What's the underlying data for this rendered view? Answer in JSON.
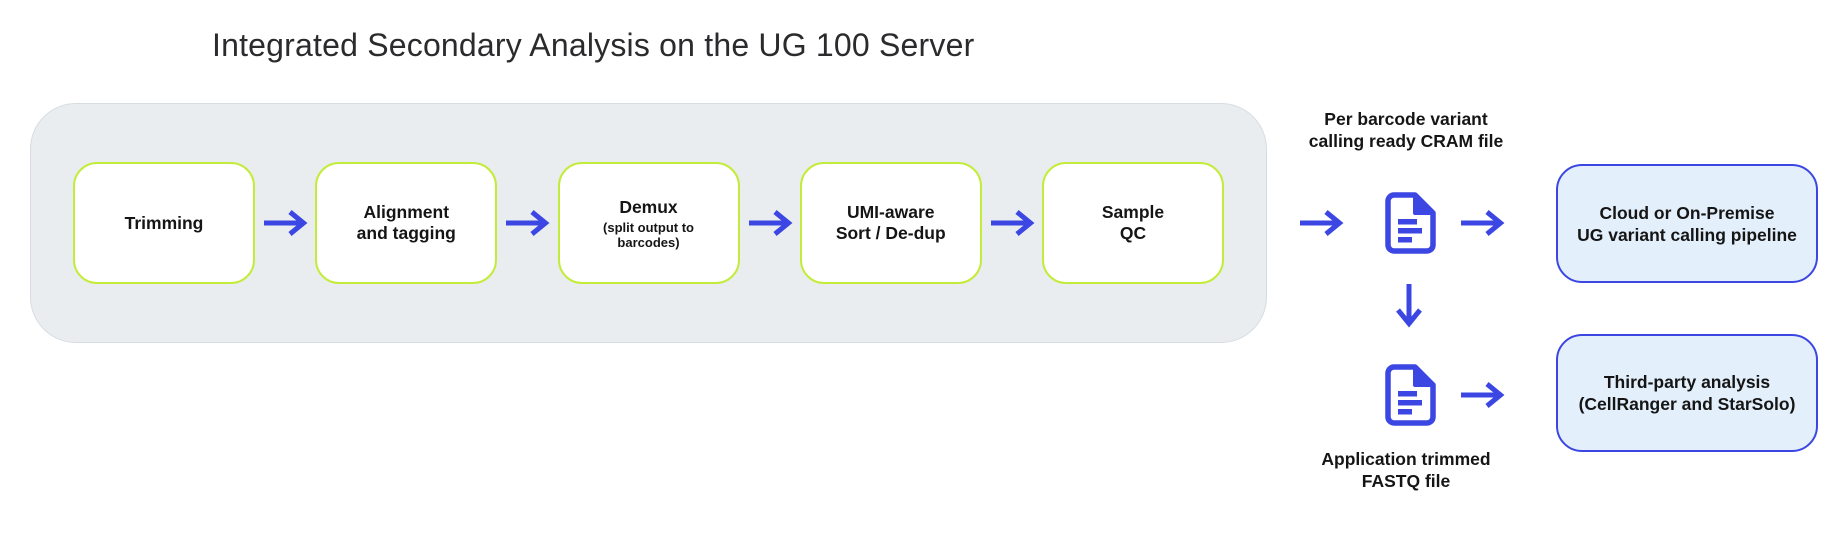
{
  "title": "Integrated Secondary Analysis on the UG 100 Server",
  "colors": {
    "accent_blue": "#3c47e3",
    "lime_green_border": "#c3ec3a",
    "panel_gray": "#e9edf0",
    "destination_fill": "#e4effc",
    "text_dark": "#151515"
  },
  "icons": {
    "flow": "arrow-right-icon",
    "branch": "arrow-down-icon",
    "file": "document-icon"
  },
  "pipeline": {
    "steps": [
      {
        "label": "Trimming",
        "sublabel": ""
      },
      {
        "label": "Alignment\nand tagging",
        "sublabel": ""
      },
      {
        "label": "Demux",
        "sublabel": "(split output to barcodes)"
      },
      {
        "label": "UMI-aware\nSort / De-dup",
        "sublabel": ""
      },
      {
        "label": "Sample\nQC",
        "sublabel": ""
      }
    ]
  },
  "outputs": {
    "cram": {
      "label": "Per barcode variant\ncalling ready CRAM file",
      "destination": "Cloud or On-Premise\nUG variant calling pipeline"
    },
    "fastq": {
      "label": "Application trimmed\nFASTQ file",
      "destination": "Third-party analysis\n(CellRanger and StarSolo)"
    }
  }
}
